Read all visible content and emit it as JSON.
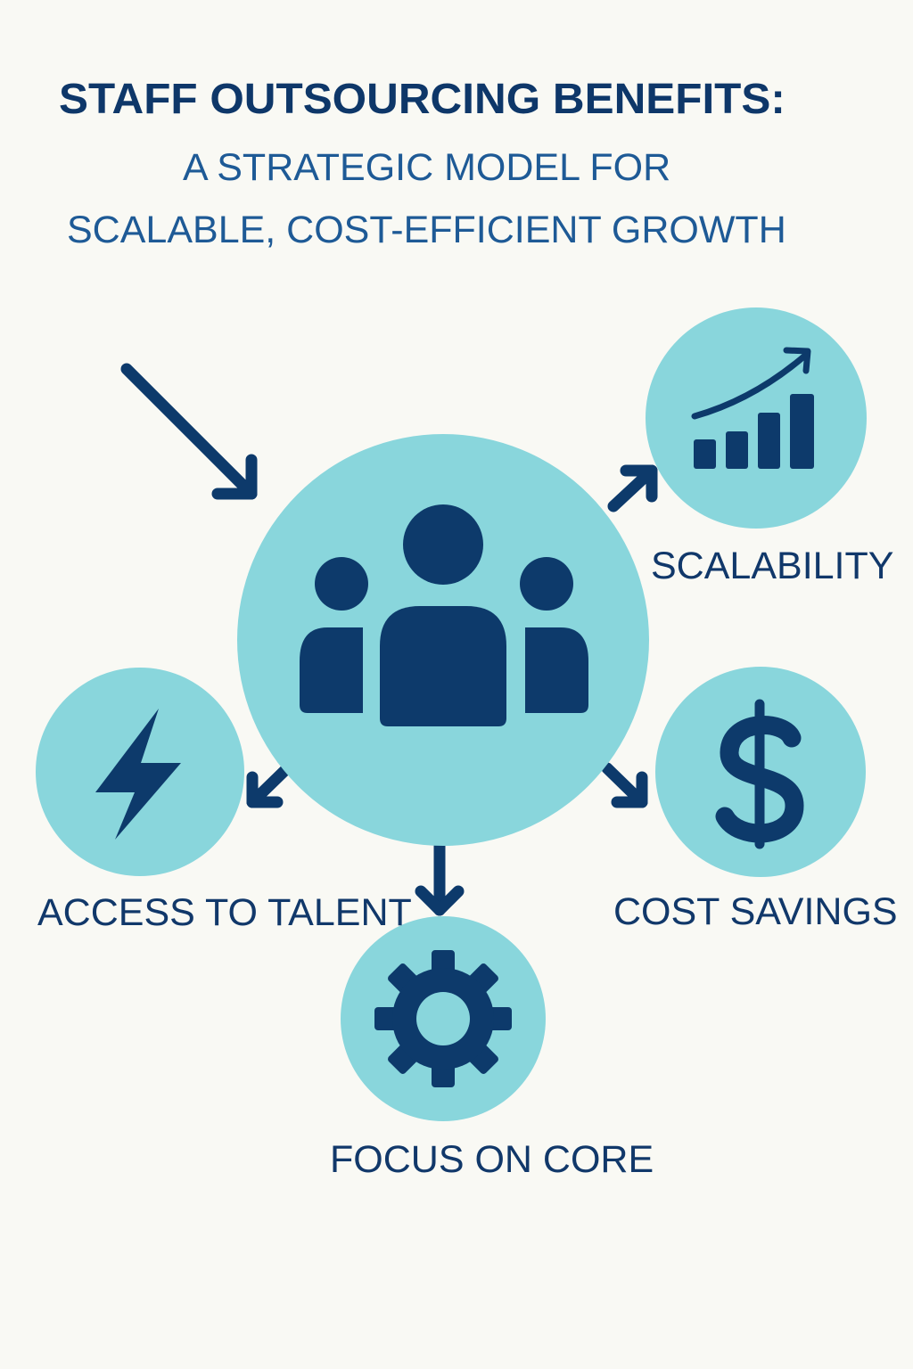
{
  "diagram": {
    "title": "STAFF OUTSOURCING BENEFITS:",
    "subtitle_line_1": "A STRATEGIC MODEL FOR",
    "subtitle_line_2": "SCALABLE, COST-EFFICIENT GROWTH",
    "center": {
      "icon": "team-icon"
    },
    "benefits": [
      {
        "label": "SCALABILITY",
        "icon": "growth-chart-icon"
      },
      {
        "label": "ACCESS TO TALENT",
        "icon": "lightning-icon"
      },
      {
        "label": "COST SAVINGS",
        "icon": "dollar-sign-icon"
      },
      {
        "label": "FOCUS ON CORE",
        "icon": "gear-icon"
      }
    ],
    "colors": {
      "background": "#f9f9f4",
      "circle_fill": "#89d6dc",
      "icon_dark_blue": "#0d3a6b",
      "text_blue": "#11386a"
    }
  }
}
